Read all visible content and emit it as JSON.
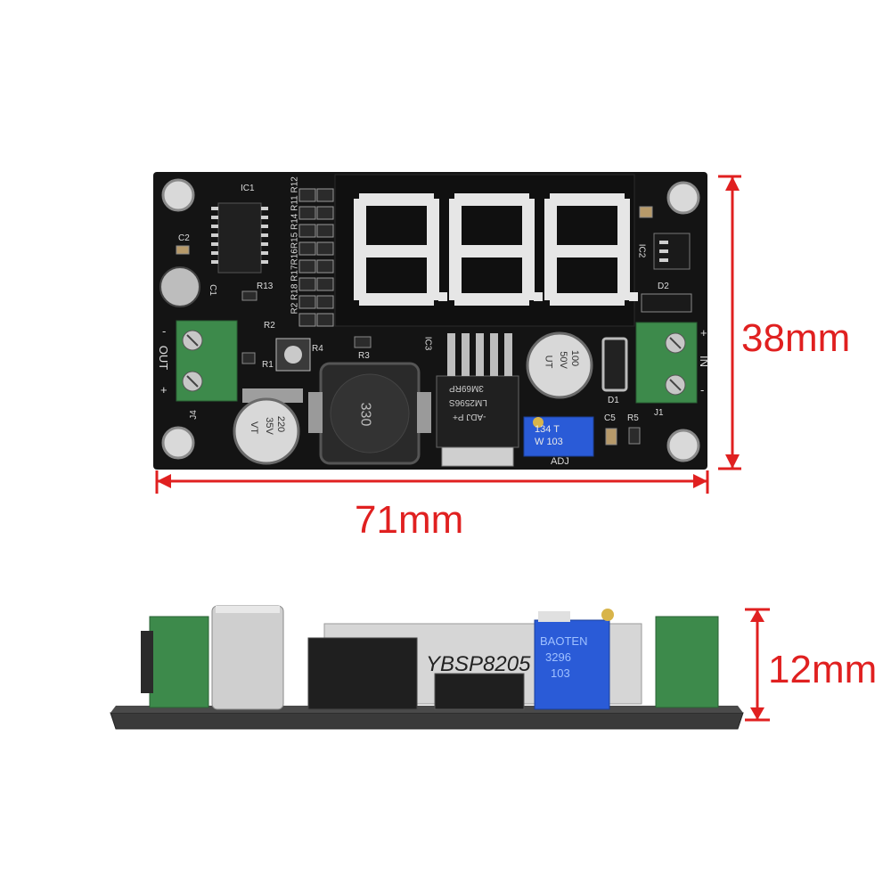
{
  "dimensions": {
    "height_top": "38mm",
    "width_top": "71mm",
    "height_side": "12mm"
  },
  "board": {
    "labels": {
      "ic1": "IC1",
      "ic2": "IC2",
      "ic3": "IC3",
      "c1": "C1",
      "c2": "C2",
      "c5": "C5",
      "r1": "R1",
      "r2": "R2",
      "r3": "R3",
      "r4": "R4",
      "r5": "R5",
      "r13": "R13",
      "d1": "D1",
      "d2": "D2",
      "j1": "J1",
      "j4": "J4",
      "adj": "ADJ",
      "out_minus": "-",
      "out": "OUT",
      "out_plus": "+",
      "in_plus": "+",
      "in": "IN",
      "in_minus": "-",
      "r_column": "R2 R18 R17R16R15 R14 R11 R12",
      "inductor_code": "330",
      "regulator_top": "LM2596S",
      "regulator_adj": "-ADJ P+",
      "regulator_code": "3M69RP",
      "cap_left_1": "220",
      "cap_left_2": "35V",
      "cap_left_3": "VT",
      "cap_right_1": "100",
      "cap_right_2": "50V",
      "cap_right_3": "UT",
      "pot_1": "134 T",
      "pot_2": "W 103"
    },
    "side": {
      "chip_text": "YBSP8205",
      "pot_text_1": "BAOTEN",
      "pot_text_2": "3296",
      "pot_text_3": "103"
    }
  },
  "colors": {
    "dimension": "#e02020",
    "pcb": "#141414",
    "terminal": "#3d8a4b",
    "pot": "#2a5bd7",
    "segment": "#e6e6e6"
  }
}
